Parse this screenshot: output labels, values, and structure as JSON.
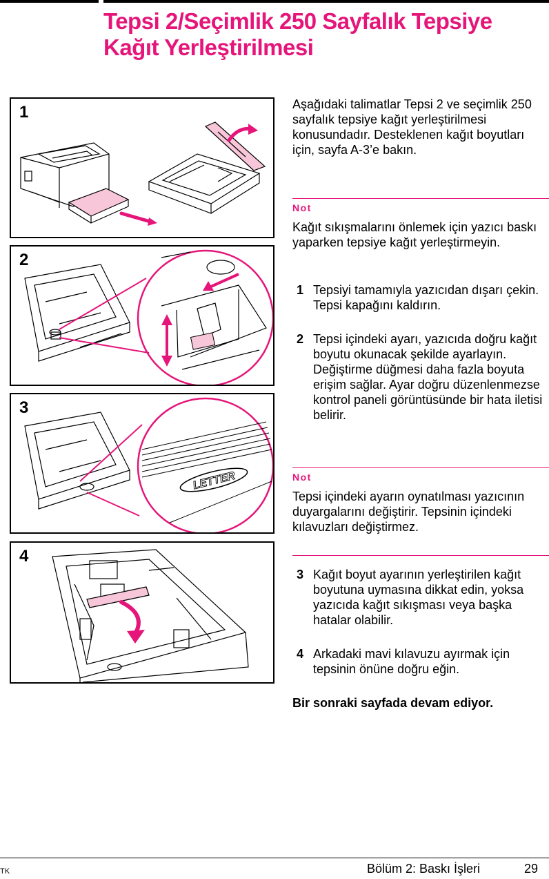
{
  "title": "Tepsi 2/Seçimlik 250 Sayfalık Tepsiye Kağıt Yerleştirilmesi",
  "intro": "Aşağıdaki talimatlar Tepsi 2 ve seçimlik 250 sayfalık tepsiye kağıt yerleştirilmesi konusundadır. Desteklenen kağıt boyutları için, sayfa A-3’e bakın.",
  "note1": {
    "label": "Not",
    "text": "Kağıt sıkışmalarını önlemek için yazıcı baskı yaparken tepsiye kağıt yerleştirmeyin."
  },
  "steps": [
    {
      "num": "1",
      "text": "Tepsiyi tamamıyla yazıcıdan dışarı çekin. Tepsi kapağını kaldırın."
    },
    {
      "num": "2",
      "text": "Tepsi içindeki ayarı, yazıcıda doğru kağıt boyutu okunacak şekilde ayarlayın. Değiştirme düğmesi daha fazla boyuta erişim sağlar. Ayar doğru düzenlenmezse kontrol paneli görüntüsünde bir hata iletisi belirir."
    },
    {
      "num": "3",
      "text": "Kağıt boyut ayarının yerleştirilen kağıt boyutuna uymasına dikkat edin, yoksa yazıcıda kağıt sıkışması veya başka hatalar olabilir."
    },
    {
      "num": "4",
      "text": "Arkadaki mavi kılavuzu ayırmak için tepsinin önüne doğru eğin."
    }
  ],
  "note2": {
    "label": "Not",
    "text": "Tepsi içindeki ayarın oynatılması yazıcının duyargalarını değiştirir. Tepsinin içindeki kılavuzları değiştirmez."
  },
  "continue_text": "Bir sonraki sayfada devam ediyor.",
  "figures": {
    "panel_numbers": [
      "1",
      "2",
      "3",
      "4"
    ],
    "letter_label": "LETTER"
  },
  "footer": {
    "tag": "TK",
    "chapter": "Bölüm 2:  Baskı İşleri",
    "page": "29"
  },
  "colors": {
    "accent": "#e5157a",
    "paper_pink": "#f7c6d9"
  }
}
